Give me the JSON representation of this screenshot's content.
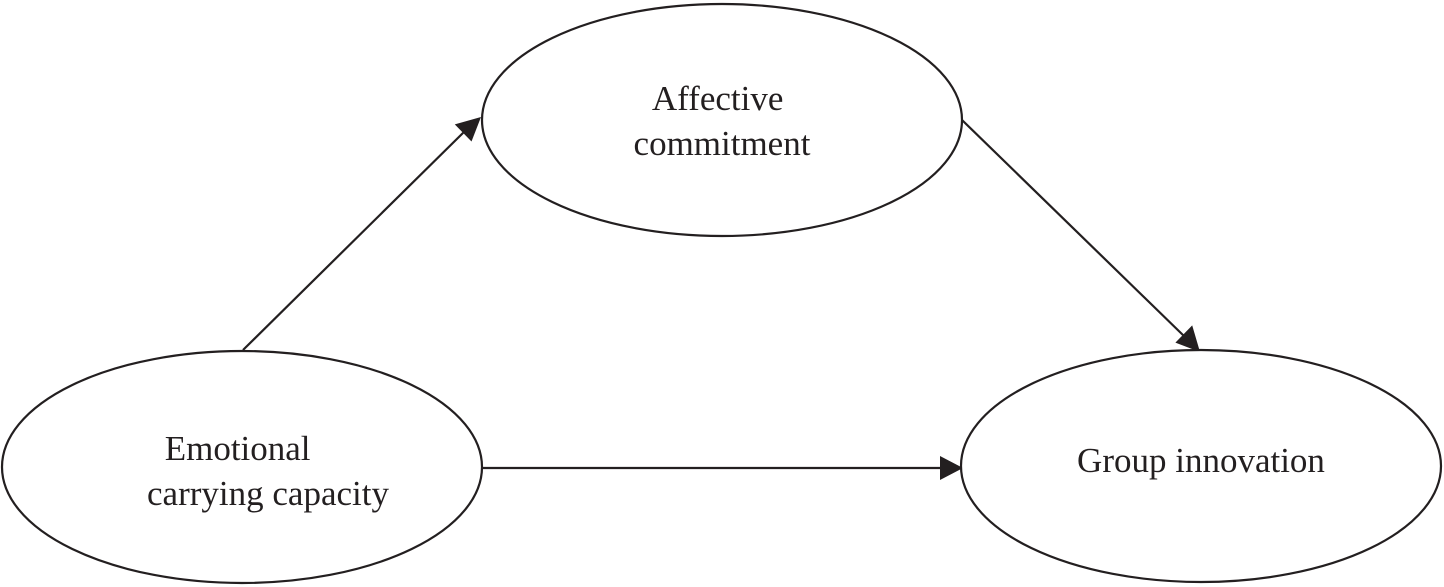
{
  "diagram": {
    "nodes": [
      {
        "id": "emotional",
        "lines": [
          "Emotional",
          "carrying capacity"
        ]
      },
      {
        "id": "affective",
        "lines": [
          "Affective",
          "commitment"
        ]
      },
      {
        "id": "innovation",
        "lines": [
          "Group innovation"
        ]
      }
    ],
    "edges": [
      {
        "from": "emotional",
        "to": "affective"
      },
      {
        "from": "affective",
        "to": "innovation"
      },
      {
        "from": "emotional",
        "to": "innovation"
      }
    ]
  }
}
